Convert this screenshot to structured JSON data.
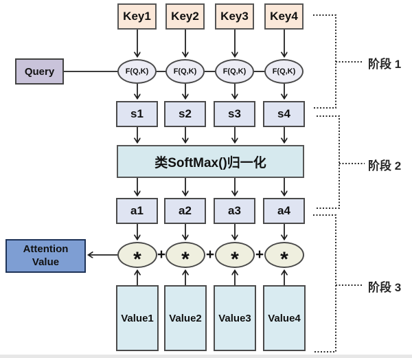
{
  "diagram": {
    "query_label": "Query",
    "keys": [
      "Key1",
      "Key2",
      "Key3",
      "Key4"
    ],
    "score_fn_label": "F(Q,K)",
    "scores": [
      "s1",
      "s2",
      "s3",
      "s4"
    ],
    "normalize_label": "类SoftMax()归一化",
    "weights": [
      "a1",
      "a2",
      "a3",
      "a4"
    ],
    "attention_value": {
      "line1": "Attention",
      "line2": "Value"
    },
    "multiply_symbol": "*",
    "plus_symbol": "+",
    "values": [
      "Value1",
      "Value2",
      "Value3",
      "Value4"
    ],
    "stages": [
      "阶段 1",
      "阶段 2",
      "阶段 3"
    ],
    "colors": {
      "key_fill": "#fbe8d9",
      "query_fill": "#c9c3da",
      "score_fn_fill": "#ececf4",
      "score_fill": "#dfe4f2",
      "normalize_fill": "#d6e9ee",
      "weight_fill": "#dfe4f2",
      "attention_fill": "#7e9ed3",
      "multiply_fill": "#efefdf",
      "value_fill": "#d9ebf1",
      "connector_line": "#1f1f1f",
      "stage_bracket": "#2b2b2b"
    }
  }
}
